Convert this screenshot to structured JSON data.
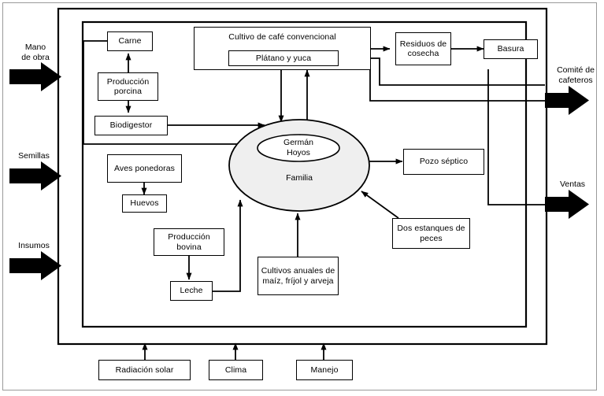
{
  "diagram": {
    "title_present": false,
    "colors": {
      "outline": "#000000",
      "ellipse_fill": "#efefef",
      "inner_ellipse_fill": "#ffffff",
      "page_border": "#9a9a9a",
      "background": "#ffffff"
    },
    "external_inputs": [
      {
        "id": "mano-de-obra",
        "label": "Mano\nde obra",
        "direction": "in"
      },
      {
        "id": "semillas",
        "label": "Semillas",
        "direction": "in"
      },
      {
        "id": "insumos",
        "label": "Insumos",
        "direction": "in"
      }
    ],
    "external_outputs": [
      {
        "id": "comite-de-cafeteros",
        "label": "Comité de\ncafeteros",
        "direction": "out"
      },
      {
        "id": "ventas",
        "label": "Ventas",
        "direction": "out"
      }
    ],
    "center": {
      "inner_label": "Germán\nHoyos",
      "outer_label": "Familia"
    },
    "nodes": [
      {
        "id": "carne",
        "label": "Carne"
      },
      {
        "id": "produccion-porcina",
        "label": "Producción\nporcina"
      },
      {
        "id": "biodigestor",
        "label": "Biodigestor"
      },
      {
        "id": "aves-ponedoras",
        "label": "Aves\nponedoras"
      },
      {
        "id": "huevos",
        "label": "Huevos"
      },
      {
        "id": "produccion-bovina",
        "label": "Producción\nbovina"
      },
      {
        "id": "leche",
        "label": "Leche"
      },
      {
        "id": "cultivo-cafe",
        "label": "Cultivo de café convencional"
      },
      {
        "id": "platano-yuca",
        "label": "Plátano y yuca"
      },
      {
        "id": "residuos-cosecha",
        "label": "Residuos\nde cosecha"
      },
      {
        "id": "basura",
        "label": "Basura"
      },
      {
        "id": "pozo-septico",
        "label": "Pozo séptico"
      },
      {
        "id": "dos-estanques",
        "label": "Dos estanques\nde peces"
      },
      {
        "id": "cultivos-anuales",
        "label": "Cultivos anuales\nde maíz, fríjol y\narveja"
      },
      {
        "id": "radiacion-solar",
        "label": "Radiación solar"
      },
      {
        "id": "clima",
        "label": "Clima"
      },
      {
        "id": "manejo",
        "label": "Manejo"
      }
    ]
  }
}
